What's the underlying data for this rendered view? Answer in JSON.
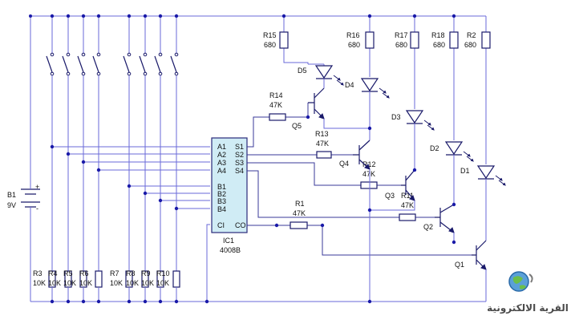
{
  "battery": {
    "name": "B1",
    "value": "9V",
    "plus": "+",
    "minus": "-"
  },
  "ic": {
    "name": "IC1",
    "part": "4008B",
    "pins_left": [
      "A1",
      "A2",
      "A3",
      "A4",
      "B1",
      "B2",
      "B3",
      "B4",
      "CI"
    ],
    "pins_right": [
      "S1",
      "S2",
      "S3",
      "S4",
      "CO"
    ]
  },
  "resistors_bottom": [
    {
      "name": "R3",
      "value": "10K"
    },
    {
      "name": "R4",
      "value": "10K"
    },
    {
      "name": "R5",
      "value": "10K"
    },
    {
      "name": "R6",
      "value": "10K"
    },
    {
      "name": "R7",
      "value": "10K"
    },
    {
      "name": "R8",
      "value": "10K"
    },
    {
      "name": "R9",
      "value": "10K"
    },
    {
      "name": "R10",
      "value": "10K"
    }
  ],
  "resistors_top": [
    {
      "name": "R15",
      "value": "680"
    },
    {
      "name": "R16",
      "value": "680"
    },
    {
      "name": "R17",
      "value": "680"
    },
    {
      "name": "R18",
      "value": "680"
    },
    {
      "name": "R2",
      "value": "680"
    }
  ],
  "resistors_base": [
    {
      "name": "R14",
      "value": "47K"
    },
    {
      "name": "R13",
      "value": "47K"
    },
    {
      "name": "R12",
      "value": "47K"
    },
    {
      "name": "R11",
      "value": "47K"
    },
    {
      "name": "R1",
      "value": "47K"
    }
  ],
  "transistors": [
    "Q5",
    "Q4",
    "Q3",
    "Q2",
    "Q1"
  ],
  "leds": [
    "D5",
    "D4",
    "D3",
    "D2",
    "D1"
  ],
  "logo": {
    "text": "القرية الالكترونية"
  },
  "colors": {
    "wire": "#6a6ad8",
    "component": "#1a1a6a",
    "chip_fill": "#d0ecf5",
    "junction": "#1a1aa8"
  }
}
